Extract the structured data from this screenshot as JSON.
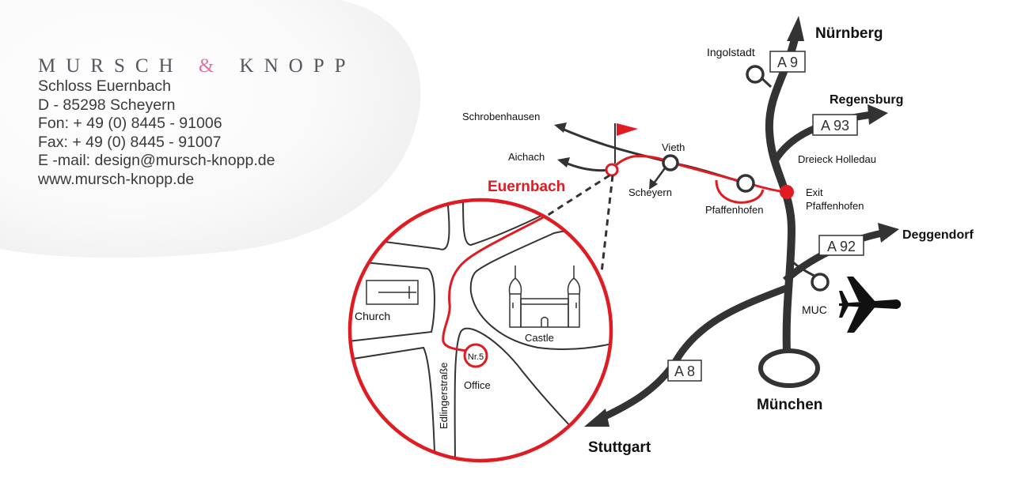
{
  "company": {
    "name_left": "MURSCH",
    "ampersand": "&",
    "name_right": "KNOPP",
    "address_line1": "Schloss Euernbach",
    "address_line2": "D - 85298 Scheyern",
    "phone": "Fon: + 49 (0) 8445 - 91006",
    "fax": "Fax: + 49 (0) 8445 - 91007",
    "email": "E -mail: design@mursch-knopp.de",
    "website": "www.mursch-knopp.de"
  },
  "colors": {
    "route_red": "#e11b22",
    "road_dark": "#333333",
    "brand_gray": "#56565e",
    "ampersand_pink": "#e070a6"
  },
  "map": {
    "cities": {
      "nuernberg": "Nürnberg",
      "regensburg": "Regensburg",
      "deggendorf": "Deggendorf",
      "muenchen": "München",
      "stuttgart": "Stuttgart"
    },
    "places": {
      "ingolstadt": "Ingolstadt",
      "schrobenhausen": "Schrobenhausen",
      "aichach": "Aichach",
      "vieth": "Vieth",
      "scheyern": "Scheyern",
      "pfaffenhofen": "Pfaffenhofen",
      "dreieck": "Dreieck Holledau",
      "exit_line1": "Exit",
      "exit_line2": "Pfaffenhofen",
      "muc": "MUC",
      "euernbach": "Euernbach"
    },
    "highways": {
      "a9": "A 9",
      "a93": "A 93",
      "a92": "A 92",
      "a8": "A 8"
    },
    "icons": {
      "flag": "flag-icon",
      "airplane": "airplane-icon",
      "church": "church-icon",
      "castle": "castle-icon"
    }
  },
  "inset": {
    "church": "Church",
    "castle": "Castle",
    "house_number": "Nr.5",
    "office": "Office",
    "street": "Edlingerstraße"
  }
}
